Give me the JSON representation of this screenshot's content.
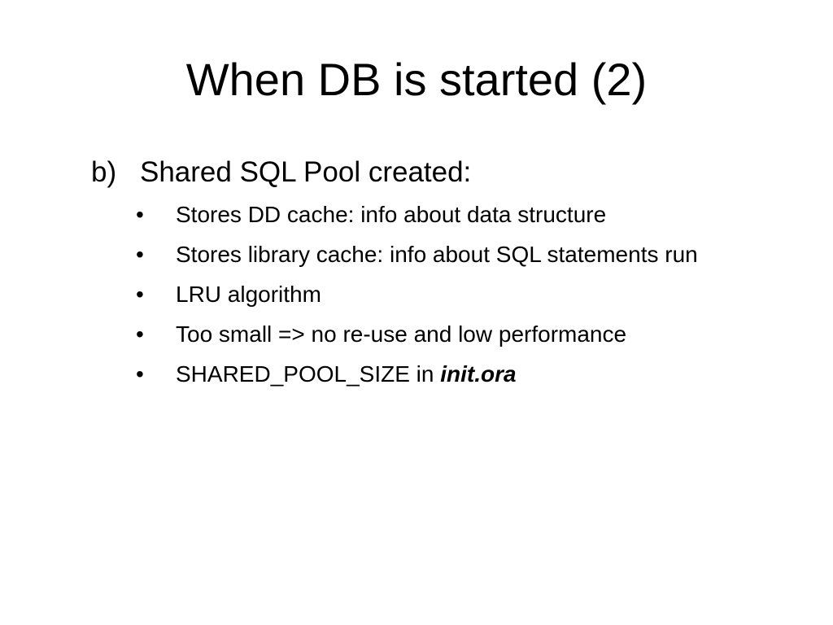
{
  "slide": {
    "title": "When DB is started (2)",
    "item": {
      "marker": "b)",
      "text": "Shared SQL Pool created:"
    },
    "bullet_symbol": "•",
    "bullets": [
      {
        "text": "Stores DD cache: info about data structure"
      },
      {
        "text": "Stores library cache: info about SQL statements run"
      },
      {
        "text": "LRU algorithm"
      },
      {
        "text": "Too small => no re-use and low performance"
      },
      {
        "text": "SHARED_POOL_SIZE in ",
        "emphasis": "init.ora"
      }
    ]
  }
}
